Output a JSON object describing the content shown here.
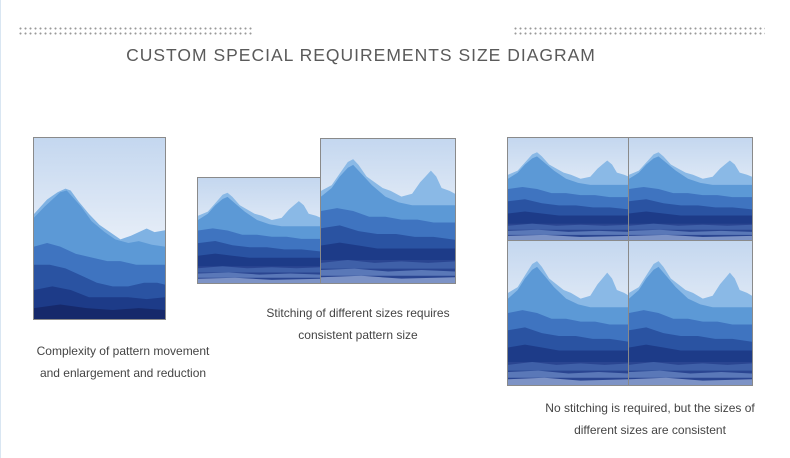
{
  "title": "CUSTOM SPECIAL REQUIREMENTS SIZE DIAGRAM",
  "captions": {
    "single": {
      "line1": "Complexity of pattern movement",
      "line2": "and enlargement and reduction"
    },
    "stitched": {
      "line1": "Stitching of different sizes requires",
      "line2": "consistent pattern size"
    },
    "grid": {
      "line1": "No stitching is required, but the sizes of",
      "line2": "different sizes are consistent"
    }
  },
  "colors": {
    "sky_top": "#c9daf0",
    "sky_bottom": "#f4f7fb",
    "mountain_far": "#5b9bd8",
    "mountain_mid": "#3f78c4",
    "mountain_deep": "#2a56a4",
    "mountain_dark": "#1c3a86",
    "ground": "#15296b"
  }
}
